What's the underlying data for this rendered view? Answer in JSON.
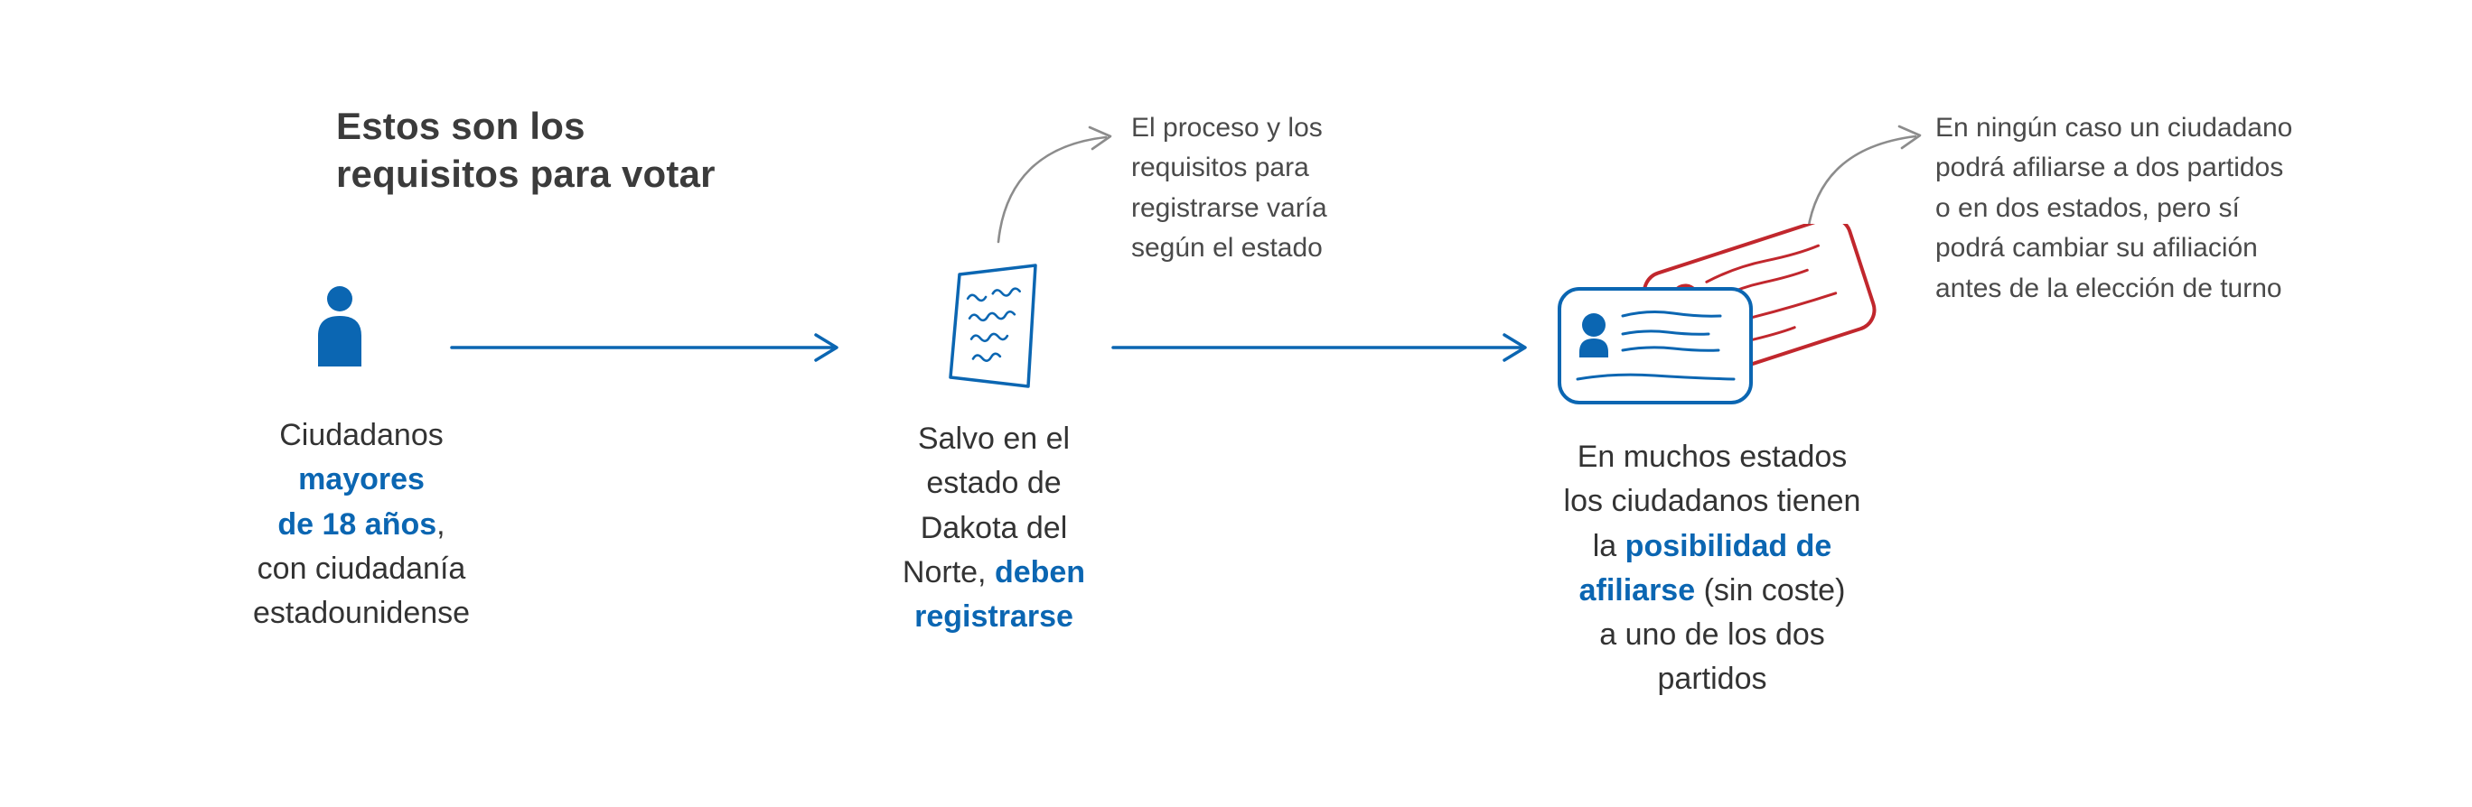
{
  "title": {
    "line1": "Estos son los",
    "line2": "requisitos para votar"
  },
  "step1": {
    "icon": "person-icon",
    "caption": {
      "l1": "Ciudadanos",
      "l2_hl": "mayores",
      "l3_hl": "de 18 años",
      "l3_rest": ",",
      "l4": "con ciudadanía",
      "l5": "estadounidense"
    }
  },
  "step2": {
    "icon": "registration-form-icon",
    "caption": {
      "l1": "Salvo en el",
      "l2": "estado de",
      "l3": "Dakota del",
      "l4_plain": "Norte, ",
      "l4_hl": "deben",
      "l5_hl": "registrarse"
    }
  },
  "step3": {
    "icon": "party-id-cards-icon",
    "caption": {
      "l1": "En muchos estados",
      "l2": "los ciudadanos tienen",
      "l3_plain": "la ",
      "l3_hl": "posibilidad de",
      "l4_hl": "afiliarse",
      "l4_rest": " (sin coste)",
      "l5": "a uno de los dos",
      "l6": "partidos"
    }
  },
  "annotation1": {
    "lines": [
      "El proceso y los",
      "requisitos para",
      "registrarse varía",
      "según el estado"
    ]
  },
  "annotation2": {
    "lines": [
      "En ningún caso un ciudadano",
      "podrá afiliarse a dos partidos",
      "o en dos estados, pero sí",
      "podrá cambiar su afiliación",
      "antes de la elección de turno"
    ]
  },
  "colors": {
    "accent_blue": "#0b66b2",
    "accent_red": "#c1272d",
    "text_dark": "#333333",
    "title_color": "#3b3b3b",
    "annotation_gray": "#4a4a4a",
    "arrow_gray": "#8c8c8c",
    "background": "#ffffff"
  }
}
